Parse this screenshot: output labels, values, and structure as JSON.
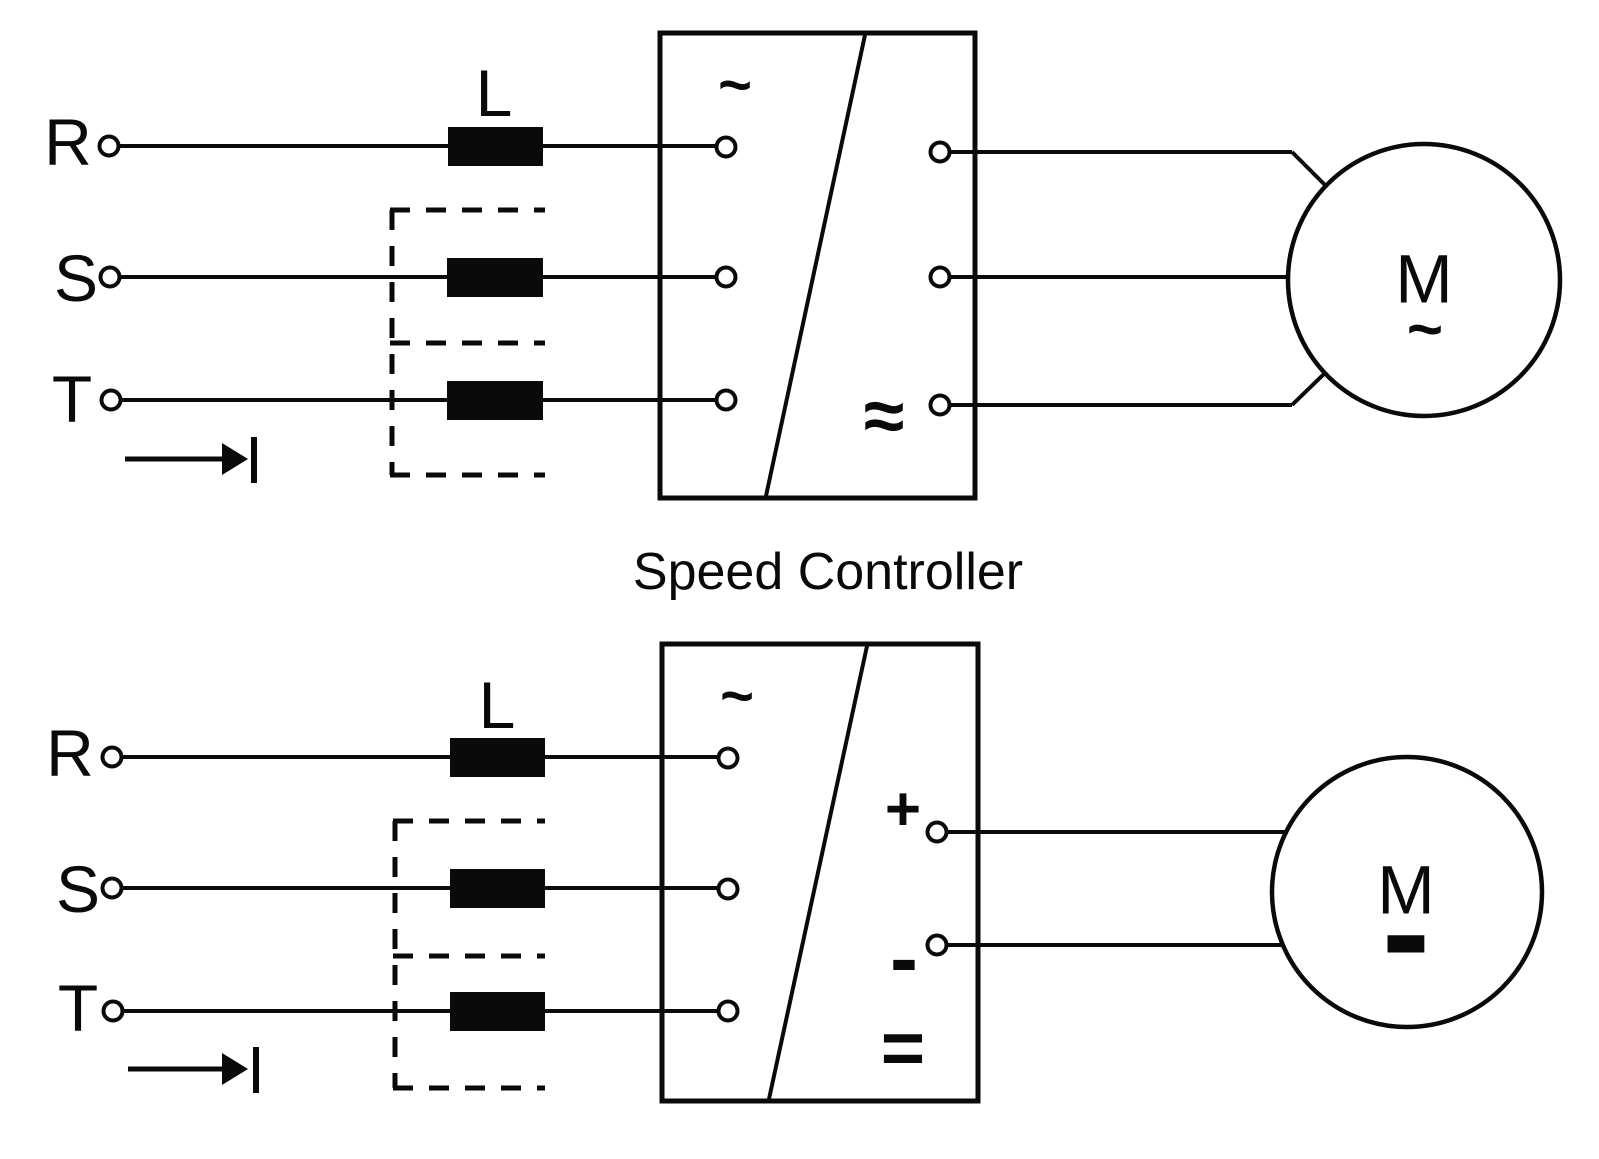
{
  "caption": "Speed Controller",
  "colors": {
    "ink": "#0a0a0a",
    "paper": "#ffffff"
  },
  "ac_system": {
    "phases": [
      "R",
      "S",
      "T"
    ],
    "inductor_label": "L",
    "converter": {
      "input_symbol": "~",
      "output_symbol": "≈"
    },
    "motor": {
      "label": "M",
      "symbol": "~"
    }
  },
  "dc_system": {
    "phases": [
      "R",
      "S",
      "T"
    ],
    "inductor_label": "L",
    "converter": {
      "input_symbol": "~",
      "output_symbol": "=",
      "positive_label": "+",
      "negative_label": "-"
    },
    "motor": {
      "label": "M",
      "symbol": "-"
    }
  }
}
